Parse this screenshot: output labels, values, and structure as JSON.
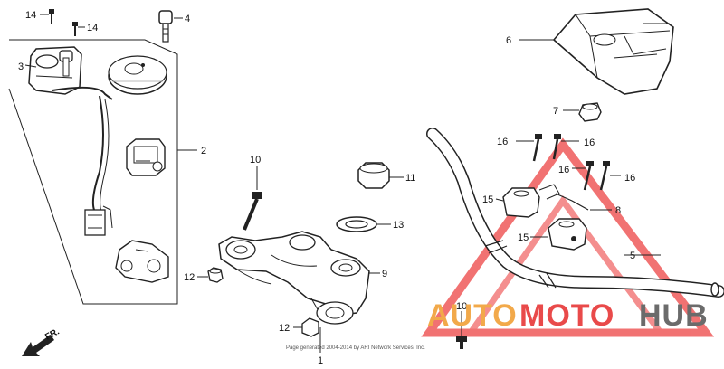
{
  "callouts": {
    "c1": "1",
    "c2": "2",
    "c3": "3",
    "c4": "4",
    "c5": "5",
    "c6": "6",
    "c7": "7",
    "c8": "8",
    "c9": "9",
    "c10a": "10",
    "c10b": "10",
    "c11": "11",
    "c12a": "12",
    "c12b": "12",
    "c13": "13",
    "c14a": "14",
    "c14b": "14",
    "c15a": "15",
    "c15b": "15",
    "c16a": "16",
    "c16b": "16",
    "c16c": "16",
    "c16d": "16"
  },
  "direction_label": "FR.",
  "footer_text": "Page generated 2004-2014 by ARI Network Services, Inc.",
  "watermark": {
    "part1": "AUTO",
    "part2": "MOTO",
    "part3": "HUB",
    "color_orange": "#f2a94a",
    "color_red": "#e94a4a",
    "color_gray": "#6b6b6b"
  }
}
